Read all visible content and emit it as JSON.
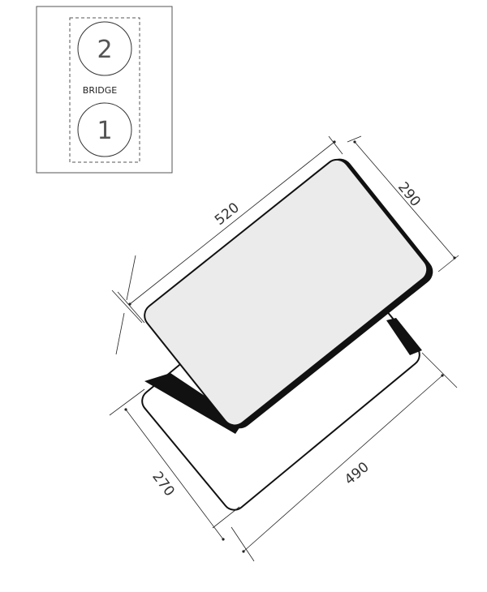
{
  "inset": {
    "zone_top": "2",
    "zone_bottom": "1",
    "bridge_label": "BRIDGE"
  },
  "dimensions": {
    "top_length": "520",
    "top_width": "290",
    "cutout_length": "490",
    "cutout_width": "270"
  },
  "colors": {
    "panel_fill": "#ebebeb",
    "stroke": "#111111"
  }
}
